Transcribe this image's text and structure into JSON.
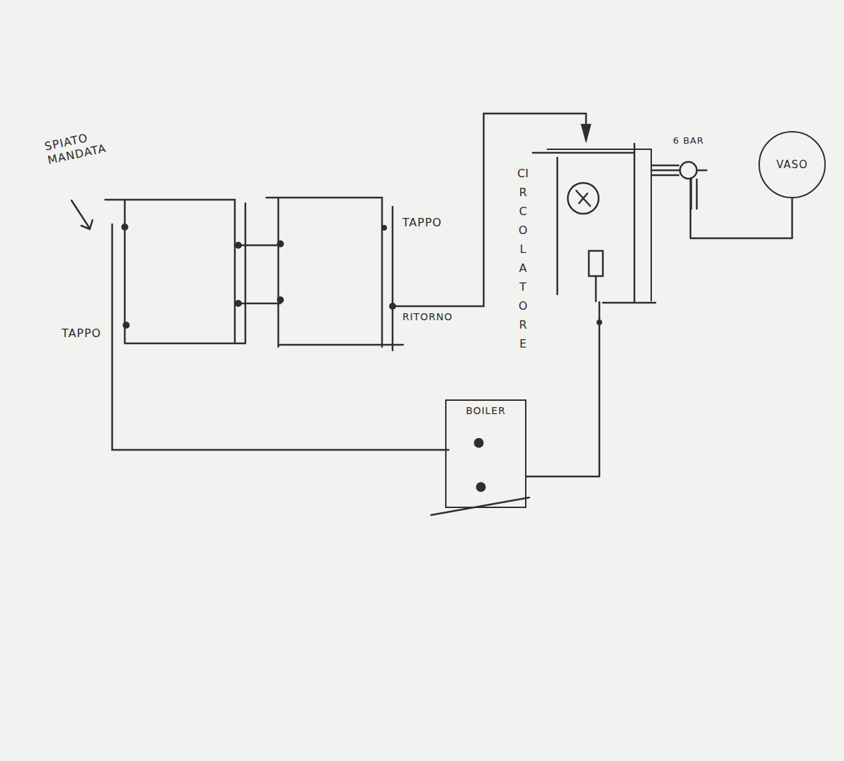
{
  "diagram": {
    "nodes": [
      {
        "text": [
          "CIRCOLATORE"
        ]
      },
      {
        "text": [
          "VASO"
        ]
      },
      {
        "text": [
          "BOILER"
        ]
      }
    ],
    "edges": [
      {
        "from": 0,
        "to": 1,
        "arrow": "none"
      },
      {
        "from": 0,
        "to": 2,
        "arrow": "none"
      }
    ],
    "labels": [
      "SPIATO MANDATA",
      "TAPPO",
      "TAPPO",
      "RITORNO",
      "6 BAR"
    ]
  }
}
